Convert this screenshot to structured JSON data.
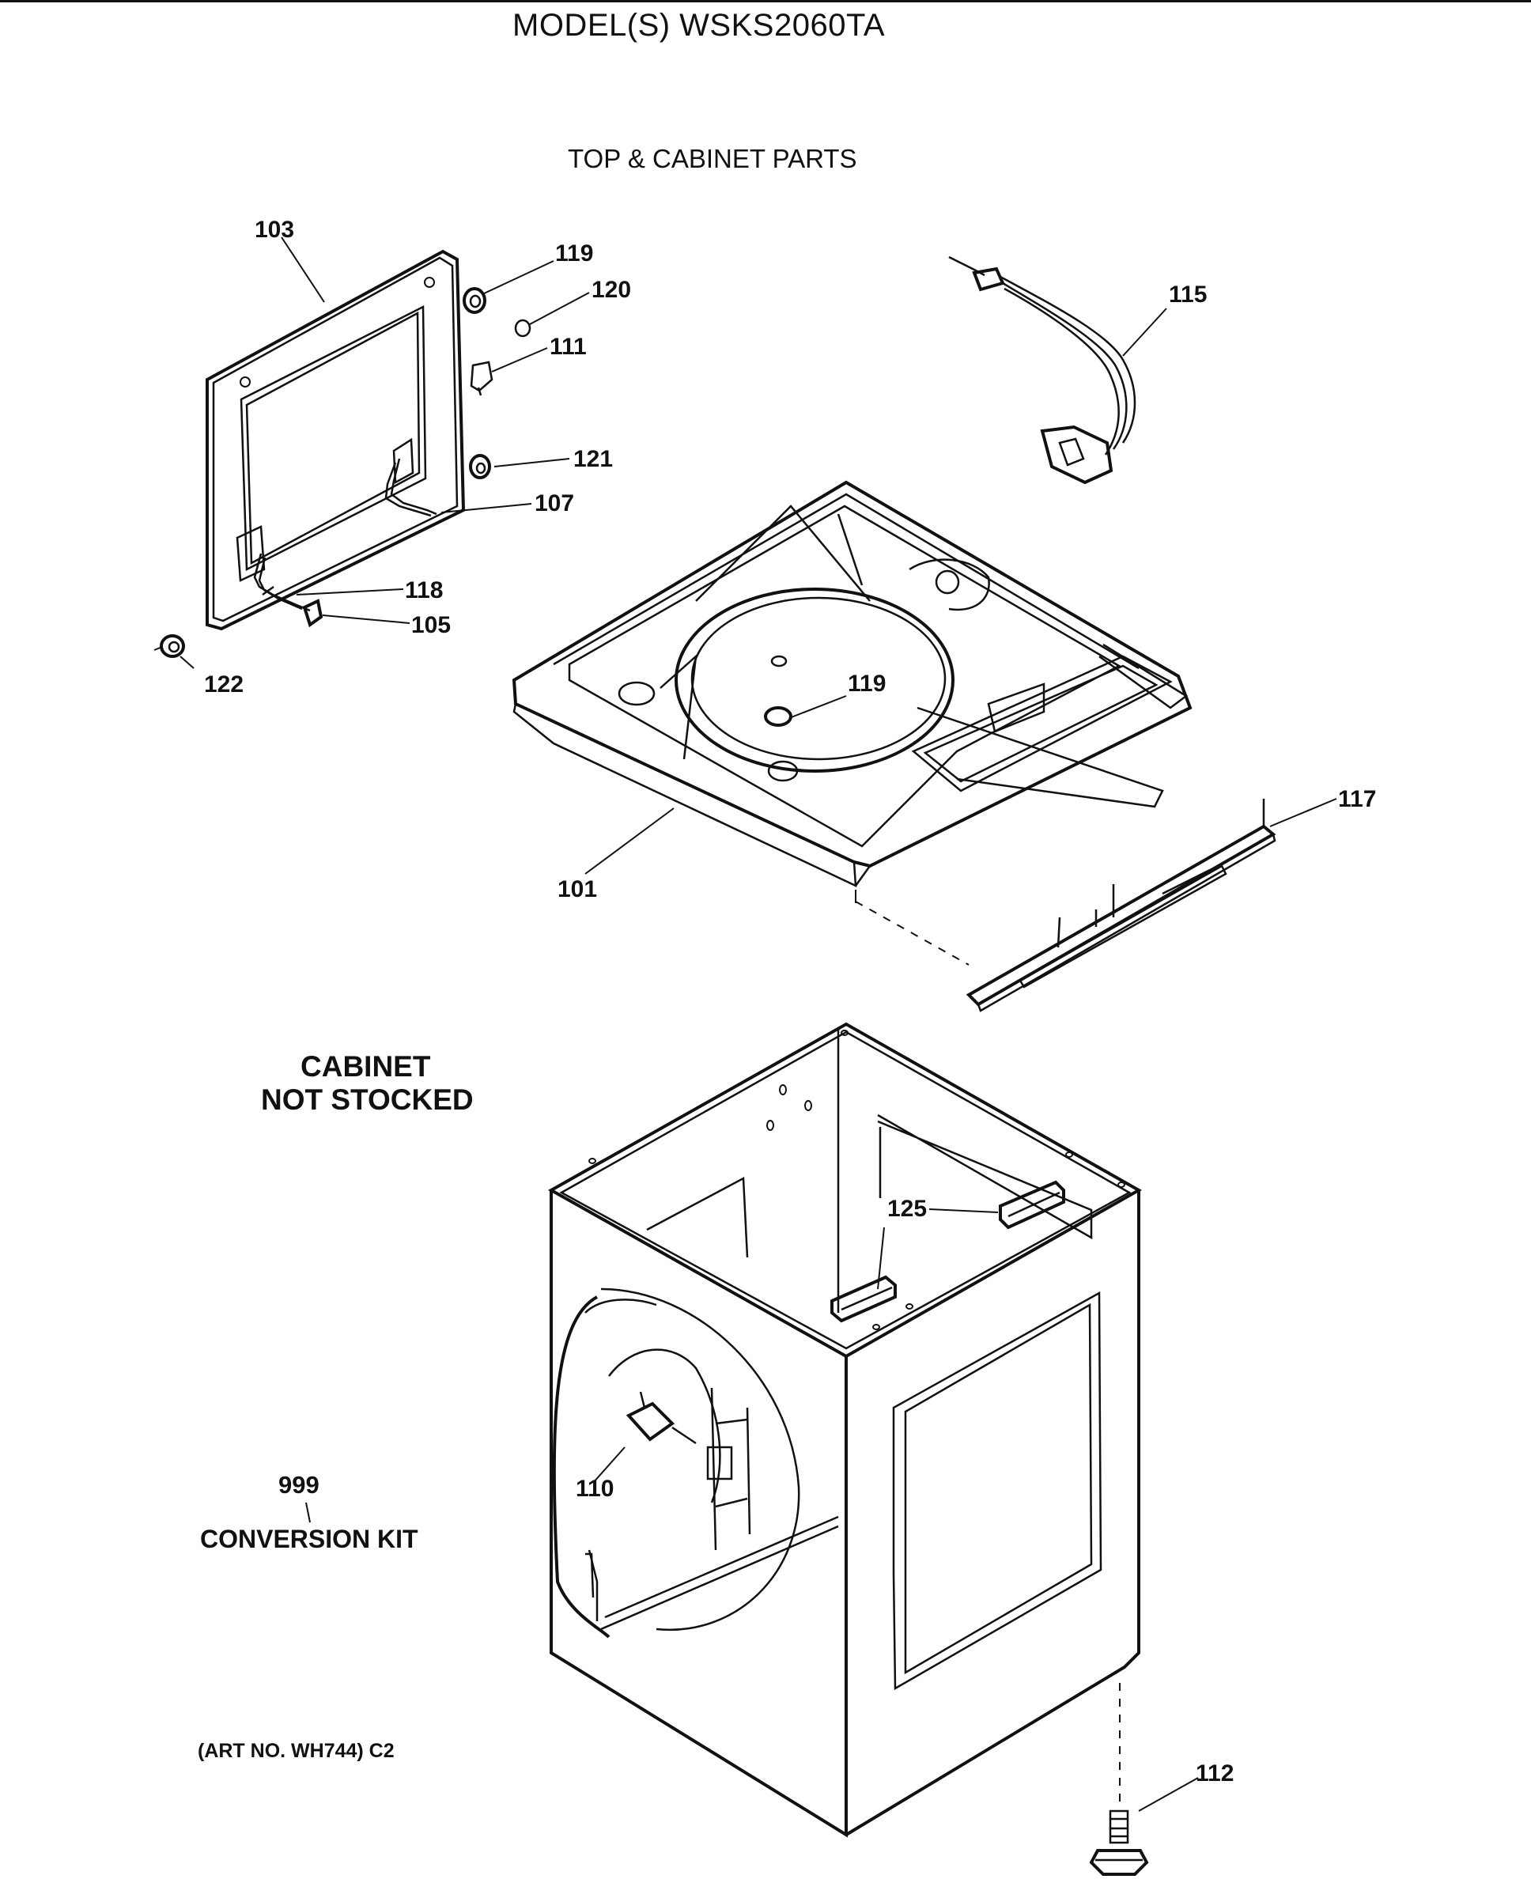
{
  "header": {
    "model": "MODEL(S) WSKS2060TA",
    "section_title": "TOP & CABINET PARTS"
  },
  "notes": {
    "cabinet_line1": "CABINET",
    "cabinet_line2": "NOT STOCKED",
    "conversion_kit_number": "999",
    "conversion_kit_label": "CONVERSION KIT",
    "art_number": "(ART NO. WH744) C2"
  },
  "callouts": {
    "c103": "103",
    "c119a": "119",
    "c120": "120",
    "c111": "111",
    "c121": "121",
    "c107": "107",
    "c118": "118",
    "c105": "105",
    "c122": "122",
    "c115": "115",
    "c119b": "119",
    "c117": "117",
    "c101": "101",
    "c125": "125",
    "c110": "110",
    "c112": "112"
  }
}
